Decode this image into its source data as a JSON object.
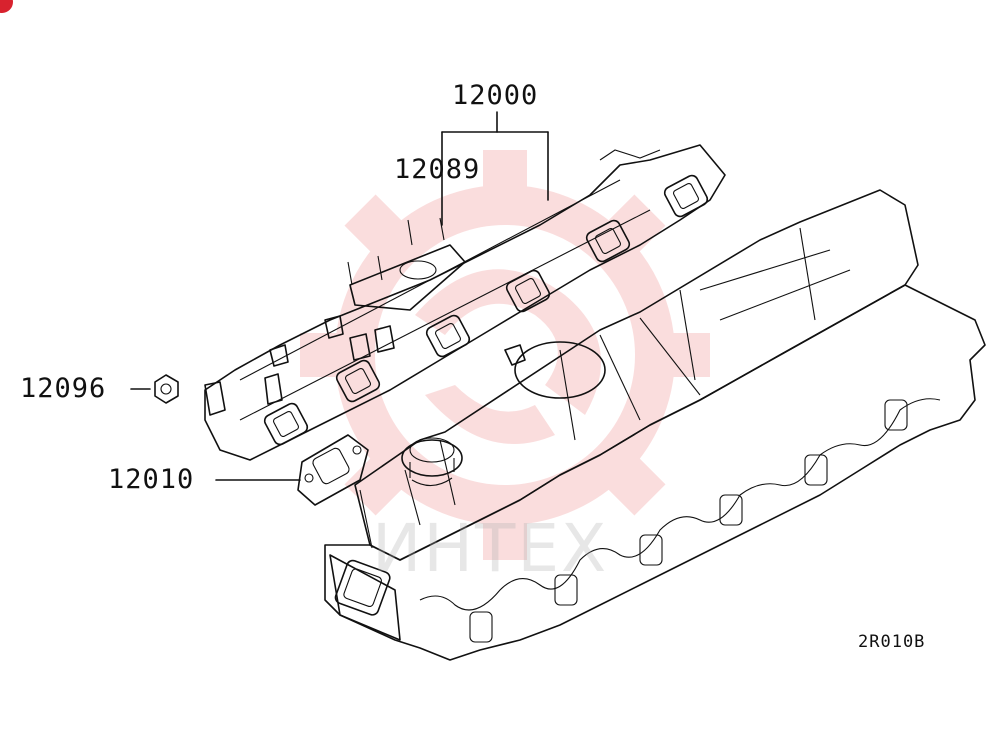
{
  "parts": {
    "manifold_assembly": "12000",
    "bracket": "12089",
    "nut": "12096",
    "gasket": "12010"
  },
  "drawing_code": "2R010B",
  "watermark": {
    "text": "ИНТЕХ",
    "color": "#f2a0a0"
  },
  "colors": {
    "line": "#111111",
    "badge": "#d8222e"
  }
}
